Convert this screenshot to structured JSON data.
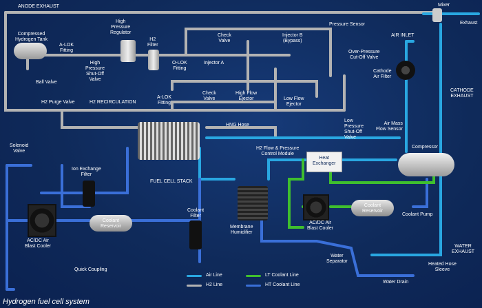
{
  "title": "Hydrogen fuel cell system",
  "colors": {
    "air": "#29a7e1",
    "h2": "#b3b3b3",
    "lt": "#3fbf2e",
    "ht": "#3a6fd8",
    "background": "#0f2a5a"
  },
  "labels": {
    "anode_exhaust": "ANODE EXHAUST",
    "mixer": "Mixer",
    "exhaust": "Exhaust",
    "compressed_tank": "Compressed\nHydrogen Tank",
    "aloc_fitting_1": "A-LOK\nFitting",
    "hp_regulator": "High\nPressure\nRegulator",
    "h2_filter": "H2\nFilter",
    "check_valve_1": "Check\nValve",
    "injector_b": "Injector B\n(Bypass)",
    "pressure_sensor": "Pressure Sensor",
    "air_inlet": "AIR INLET",
    "hp_shutoff": "High\nPressure\nShut-Off\nValve",
    "oloc_fitting": "O-LOK\nFitting",
    "injector_a": "Injector A",
    "over_pressure": "Over-Pressure\nCut-Off Valve",
    "cathode_filter": "Cathode\nAir Filter",
    "ball_valve": "Ball Valve",
    "aloc_fitting_2": "A-LOK\nFitting",
    "check_valve_2": "Check\nValve",
    "hf_ejector": "High Flow\nEjector",
    "lf_ejector": "Low Flow\nEjector",
    "cathode_exhaust": "CATHODE\nEXHAUST",
    "h2_purge": "H2 Purge Valve",
    "h2_recirc": "H2 RECIRCULATION",
    "lp_shutoff": "Low\nPressure\nShut-Off\nValve",
    "air_mass": "Air Mass\nFlow Sensor",
    "hng_hose": "HNG Hose",
    "h2_module": "H2 Flow & Pressure\nControl Module",
    "compressor": "Compressor",
    "solenoid": "Solenoid\nValve",
    "ion_filter": "Ion Exchange\nFilter",
    "fuel_stack": "FUEL CELL STACK",
    "heat_exchanger": "Heat\nExchanger",
    "coolant_res_1": "Coolant\nReservoir",
    "coolant_res_2": "Coolant\nReservoir",
    "coolant_filter": "Coolant\nFilter",
    "coolant_pump": "Coolant Pump",
    "acdc_1": "AC/DC Air\nBlast Cooler",
    "acdc_2": "AC/DC Air\nBlast Cooler",
    "membrane_hum": "Membrane\nHumidifier",
    "water_exhaust": "WATER\nEXHAUST",
    "water_sep": "Water\nSeparator",
    "quick_coupling": "Quick Coupling",
    "water_drain": "Water Drain",
    "heated_hose": "Heated Hose\nSleeve"
  },
  "legend": [
    {
      "label": "Air Line",
      "color": "#29a7e1"
    },
    {
      "label": "H2 Line",
      "color": "#b3b3b3"
    },
    {
      "label": "LT Coolant Line",
      "color": "#3fbf2e"
    },
    {
      "label": "HT Coolant Line",
      "color": "#3a6fd8"
    }
  ]
}
